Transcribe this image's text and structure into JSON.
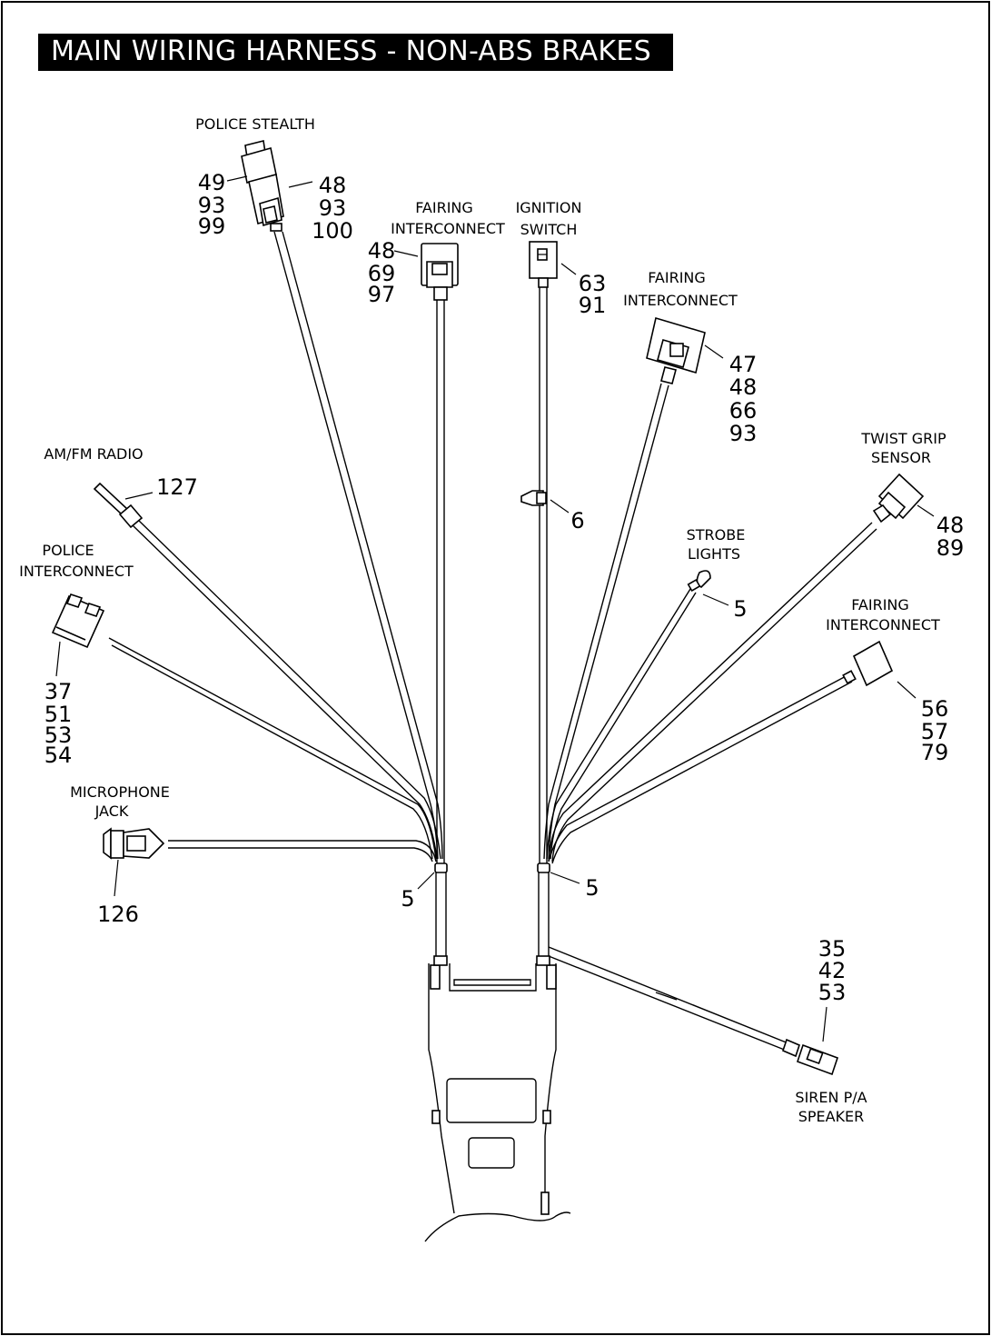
{
  "title": "MAIN WIRING HARNESS - NON-ABS BRAKES",
  "components": {
    "police_stealth": {
      "label": [
        "POLICE STEALTH"
      ],
      "refs_left": [
        "49",
        "93",
        "99"
      ],
      "refs_right": [
        "48",
        "93",
        "100"
      ]
    },
    "fairing_interconnect_top": {
      "label": [
        "FAIRING",
        "INTERCONNECT"
      ],
      "refs": [
        "48",
        "69",
        "97"
      ]
    },
    "ignition_switch": {
      "label": [
        "IGNITION",
        "SWITCH"
      ],
      "refs": [
        "63",
        "91"
      ]
    },
    "fairing_interconnect_right": {
      "label": [
        "FAIRING",
        "INTERCONNECT"
      ],
      "refs": [
        "47",
        "48",
        "66",
        "93"
      ]
    },
    "am_fm_radio": {
      "label": [
        "AM/FM RADIO"
      ],
      "refs": [
        "127"
      ]
    },
    "clip": {
      "refs": [
        "6"
      ]
    },
    "twist_grip_sensor": {
      "label": [
        "TWIST GRIP",
        "SENSOR"
      ],
      "refs": [
        "48",
        "89"
      ]
    },
    "police_interconnect": {
      "label": [
        "POLICE",
        "INTERCONNECT"
      ],
      "refs": [
        "37",
        "51",
        "53",
        "54"
      ]
    },
    "strobe_lights": {
      "label": [
        "STROBE",
        "LIGHTS"
      ],
      "refs": [
        "5"
      ]
    },
    "fairing_interconnect_lower": {
      "label": [
        "FAIRING",
        "INTERCONNECT"
      ],
      "refs": [
        "56",
        "57",
        "79"
      ]
    },
    "microphone_jack": {
      "label": [
        "MICROPHONE",
        "JACK"
      ],
      "refs": [
        "126"
      ]
    },
    "tie_left": {
      "refs": [
        "5"
      ]
    },
    "tie_right": {
      "refs": [
        "5"
      ]
    },
    "siren_pa_speaker": {
      "label": [
        "SIREN P/A",
        "SPEAKER"
      ],
      "refs": [
        "35",
        "42",
        "53"
      ]
    }
  },
  "colors": {
    "line": "#000000",
    "background": "#ffffff",
    "title_bg": "#000000",
    "title_text": "#ffffff"
  }
}
